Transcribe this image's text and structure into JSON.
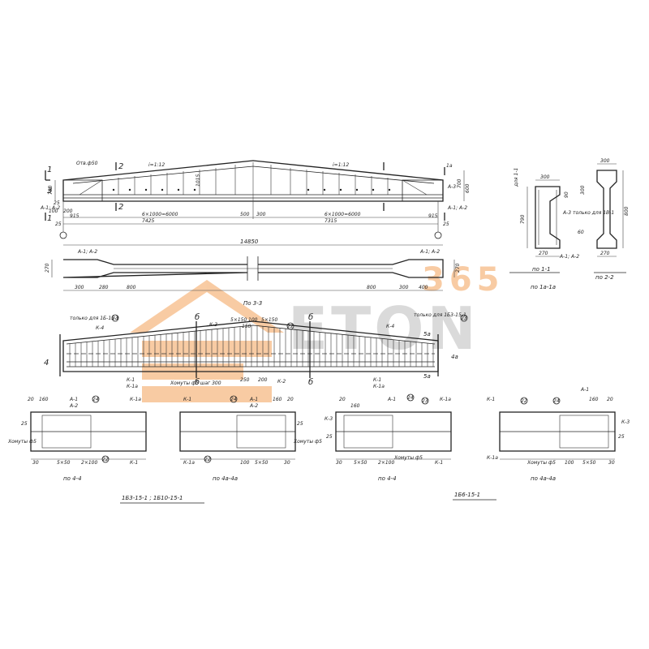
{
  "watermark": {
    "brand": "ETON",
    "number": "365",
    "orange": "#f4a259",
    "gray": "#bdbdbd"
  },
  "elevation": {
    "hole_label": "Отв.ф50",
    "slope_left": "i=1:12",
    "slope_right": "i=1:12",
    "left_pitch": "6×1000=6000",
    "right_pitch": "6×1000=6000",
    "left_half": "7425",
    "right_half": "7315",
    "center_left": "500",
    "center_right": "300",
    "height_mid": "1015",
    "height_end": "790",
    "left_dim": "915",
    "right_dim": "915",
    "end_dim": "25",
    "end_dim_right": "25",
    "mark_ka1_left": "А-1; А-2",
    "mark_ka1_right": "А-1; А-2",
    "mark_a3": "А-3",
    "dim_700": "700",
    "dim_1a": "1а",
    "dim_ba": "600",
    "section_1_left": "1",
    "section_1_right": "1",
    "section_2_left": "2",
    "section_2_right": "2",
    "section_3": "3",
    "misc_25": "25",
    "misc_100": "100",
    "misc_200": "200"
  },
  "plan": {
    "total": "14850",
    "mark_left": "А-1; А-2",
    "mark_right": "А-1; А-2",
    "d300_l": "300",
    "d280_l": "280",
    "d800_l": "800",
    "d800_r": "800",
    "d300_r": "300",
    "d400_r": "400",
    "width_l": "270",
    "width_r": "270"
  },
  "cross_sections": {
    "sec11_title": "по 1-1",
    "sec11a_title": "по 1а-1а",
    "sec22_title": "по 2-2",
    "note_top": "для 1-1",
    "note_a3": "А-3 только для 1В-1",
    "d300": "300",
    "d790": "790",
    "d800": "800",
    "d270": "270",
    "d270b": "270",
    "d300b": "300",
    "d90": "90",
    "mark_a1a2": "А-1; А-2",
    "d300c": "300",
    "d60": "60"
  },
  "section33": {
    "title": "По 3-3",
    "note_left": "только для 1Б-15-1",
    "note_left_num": "23",
    "note_right": "только для 1Б3-15-1",
    "note_right_num": "23",
    "k4_left": "К-4",
    "k4_right": "К-4",
    "k3": "К-3",
    "k2": "К-2",
    "k1_left": "К-1",
    "k1a_left": "К-1а",
    "k1_right": "К-1",
    "k1a_right": "К-1а",
    "dims_top": "5×150",
    "dims_top2": "5×150",
    "d100": "100",
    "d150": "150",
    "clamp": "Хомуты ф5 шаг 300",
    "num22": "22",
    "sec_6l": "б",
    "sec_6r": "б",
    "sec_6bl": "б",
    "sec_6br": "б",
    "sec_5a_t": "5а",
    "sec_5a_b": "5а",
    "sec_4": "4",
    "sec_4a": "4а",
    "d250": "250",
    "d200": "200"
  },
  "details": [
    {
      "title": "по 4-4",
      "clamp": "Хомуты ф5",
      "k1": "К-1",
      "k1a": "К-1а",
      "a1": "А-1",
      "a2": "А-2",
      "n24": "24",
      "n22": "22",
      "dims": "5×50",
      "dims2": "2×100",
      "d30": "30",
      "d25": "25",
      "d160": "160",
      "d20": "20"
    },
    {
      "title": "по 4а-4а",
      "clamp": "Хомуты ф5",
      "k1": "К-1",
      "k1a": "К-1а",
      "a1": "А-1",
      "a2": "А-2",
      "n24": "24",
      "n22": "22",
      "dims": "5×50",
      "dims2": "100",
      "d30": "30",
      "d25": "25",
      "d160": "160",
      "d20": "20"
    },
    {
      "title": "по 4-4",
      "clamp": "Хомуты ф5",
      "k1": "К-1",
      "k1a": "К-1а",
      "a1": "А-1",
      "a3": "К-3",
      "n24": "24",
      "n22": "23",
      "dims": "5×50",
      "dims2": "2×100",
      "d30": "30",
      "d25": "25",
      "d160": "160",
      "d20": "20"
    },
    {
      "title": "по 4а-4а",
      "clamp": "Хомуты ф5",
      "k1": "К-1",
      "k1a": "К-1а",
      "a1": "А-1",
      "a3": "К-3",
      "n24": "24",
      "n22": "22",
      "dims": "5×50",
      "dims2": "100",
      "d30": "30",
      "d25": "25",
      "d160": "160",
      "d20": "20"
    }
  ],
  "captions": {
    "left": "1Б3-15-1 ; 1Б10-15-1",
    "right": "1Б6-15-1"
  }
}
